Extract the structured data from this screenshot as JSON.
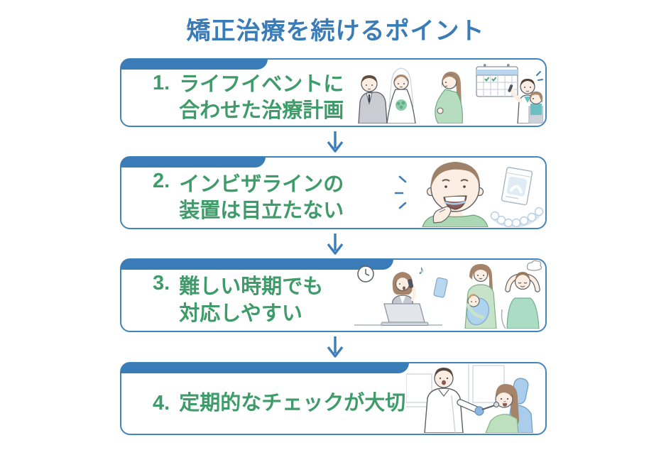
{
  "title": "矯正治療を続けるポイント",
  "colors": {
    "accent_blue": "#3a7cb8",
    "border_blue": "#4285bd",
    "text_green": "#3f9b69",
    "background": "#ffffff"
  },
  "icons": {
    "down_arrow_glyph": "↓"
  },
  "boxes": [
    {
      "number": "1.",
      "lines": [
        "ライフイベントに",
        "合わせた治療計画"
      ],
      "illustration": "wedding-couple-pregnant-woman-doctor-calendar"
    },
    {
      "number": "2.",
      "lines": [
        "インビザラインの",
        "装置は目立たない"
      ],
      "illustration": "man-holding-clear-aligner-with-package"
    },
    {
      "number": "3.",
      "lines": [
        "難しい時期でも",
        "対応しやすい"
      ],
      "illustration": "busy-woman-on-phone-mother-with-baby-relaxing-person"
    },
    {
      "number": "4.",
      "lines": [
        "定期的なチェックが大切"
      ],
      "illustration": "dentist-checking-patient-in-chair"
    }
  ]
}
